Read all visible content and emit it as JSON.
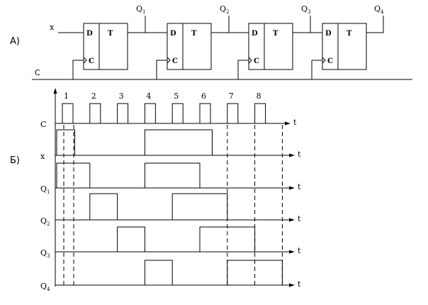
{
  "part_labels": {
    "a": "А)",
    "b": "Б)"
  },
  "circuit": {
    "input_label": "x",
    "clock_label": "C",
    "flipflops": [
      {
        "d_pin": "D",
        "t_pin": "T",
        "c_pin": "C",
        "output": "Q",
        "sub": "1"
      },
      {
        "d_pin": "D",
        "t_pin": "T",
        "c_pin": "C",
        "output": "Q",
        "sub": "2"
      },
      {
        "d_pin": "D",
        "t_pin": "T",
        "c_pin": "C",
        "output": "Q",
        "sub": "3"
      },
      {
        "d_pin": "D",
        "t_pin": "T",
        "c_pin": "C",
        "output": "Q",
        "sub": "4"
      }
    ]
  },
  "timing": {
    "time_label": "t",
    "pulse_numbers": [
      "1",
      "2",
      "3",
      "4",
      "5",
      "6",
      "7",
      "8"
    ],
    "signals": [
      {
        "name": "C",
        "sub": "",
        "kind": "clock"
      },
      {
        "name": "x",
        "sub": "",
        "levels": [
          [
            0,
            0.45
          ],
          [
            3,
            5.45
          ]
        ]
      },
      {
        "name": "Q",
        "sub": "1",
        "levels": [
          [
            0,
            1
          ],
          [
            3,
            5
          ]
        ]
      },
      {
        "name": "Q",
        "sub": "2",
        "levels": [
          [
            1,
            2
          ],
          [
            4,
            6
          ]
        ]
      },
      {
        "name": "Q",
        "sub": "3",
        "levels": [
          [
            2,
            3
          ],
          [
            5,
            7
          ]
        ]
      },
      {
        "name": "Q",
        "sub": "4",
        "levels": [
          [
            3,
            4
          ],
          [
            6,
            8
          ]
        ]
      }
    ],
    "dashed_markers": [
      "0.1",
      "0.55",
      "6",
      "7",
      "8"
    ]
  }
}
